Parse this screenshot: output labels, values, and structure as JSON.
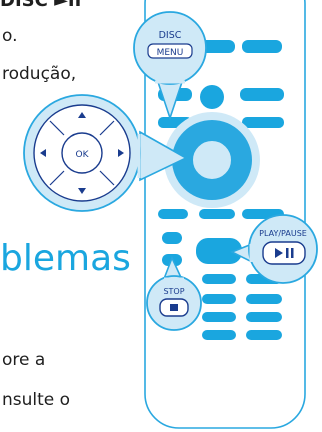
{
  "page_fragments": {
    "line1": "DISC ►II",
    "line2": "o.",
    "line3": "rodução,",
    "heading": "blemas",
    "line4": "ore a",
    "line5": "nsulte o"
  },
  "callouts": {
    "disc_menu_top": "DISC",
    "disc_menu_bottom": "MENU",
    "ok": "OK",
    "play_pause": "PLAY/PAUSE",
    "stop": "STOP"
  },
  "colors": {
    "accent": "#1aa6df",
    "remote_outline": "#2aa8e0",
    "bubble_fill": "#cfe9f7",
    "button_fill": "#1aa6df",
    "text": "#1f1f1f"
  },
  "icons": {
    "up": "triangle-up-icon",
    "down": "triangle-down-icon",
    "left": "triangle-left-icon",
    "right": "triangle-right-icon",
    "play_pause": "play-pause-icon",
    "stop": "stop-icon"
  }
}
